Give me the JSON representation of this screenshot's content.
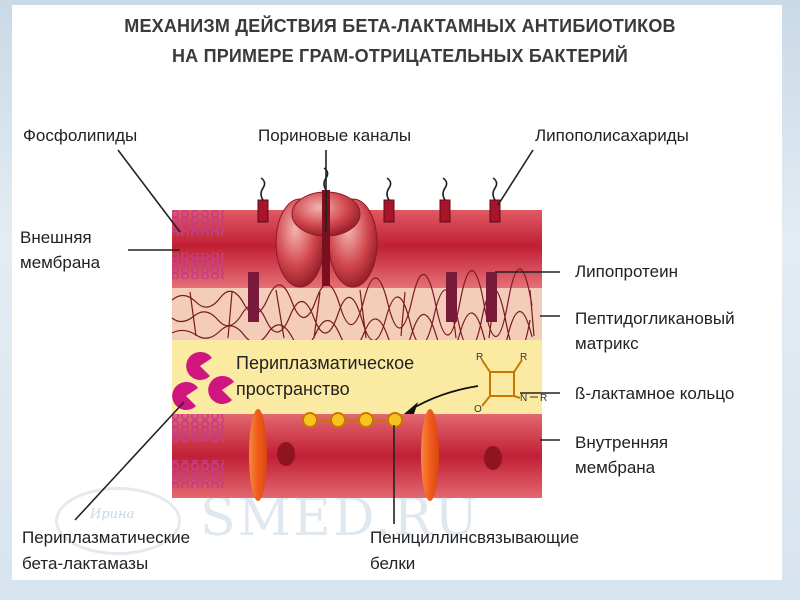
{
  "title": {
    "line1": "МЕХАНИЗМ ДЕЙСТВИЯ БЕТА-ЛАКТАМНЫХ АНТИБИОТИКОВ",
    "line2": "НА ПРИМЕРЕ ГРАМ-ОТРИЦАТЕЛЬНЫХ БАКТЕРИЙ"
  },
  "labels": {
    "phospholipids": "Фосфолипиды",
    "porin_channels": "Пориновые каналы",
    "lipopolysaccharides": "Липополисахариды",
    "outer_membrane_1": "Внешняя",
    "outer_membrane_2": "мембрана",
    "lipoprotein": "Липопротеин",
    "peptidoglycan_1": "Пептидогликановый",
    "peptidoglycan_2": "матрикс",
    "periplasmic_space_1": "Периплазматическое",
    "periplasmic_space_2": "пространство",
    "beta_lactam_ring": "ß-лактамное кольцо",
    "inner_membrane_1": "Внутренняя",
    "inner_membrane_2": "мембрана",
    "beta_lactamases_1": "Периплазматические",
    "beta_lactamases_2": "бета-лактамазы",
    "pbp_1": "Пенициллинсвязывающие",
    "pbp_2": "белки"
  },
  "molecule": {
    "r_top_left": "R",
    "r_top_right": "R",
    "r_right": "R",
    "n": "N",
    "o": "O"
  },
  "watermark": {
    "text": "SMED.RU",
    "logo": "Ирина"
  },
  "colors": {
    "membrane_red": "#c8283a",
    "membrane_dark": "#9e1a2a",
    "peptidoglycan": "#f2c9b6",
    "periplasm": "#fbeaa2",
    "phospholipid_pink": "#c43c8c",
    "lactamase_magenta": "#d0157e",
    "pbp_orange": "#f7a21b",
    "inner_protein_orange": "#f26b21"
  }
}
